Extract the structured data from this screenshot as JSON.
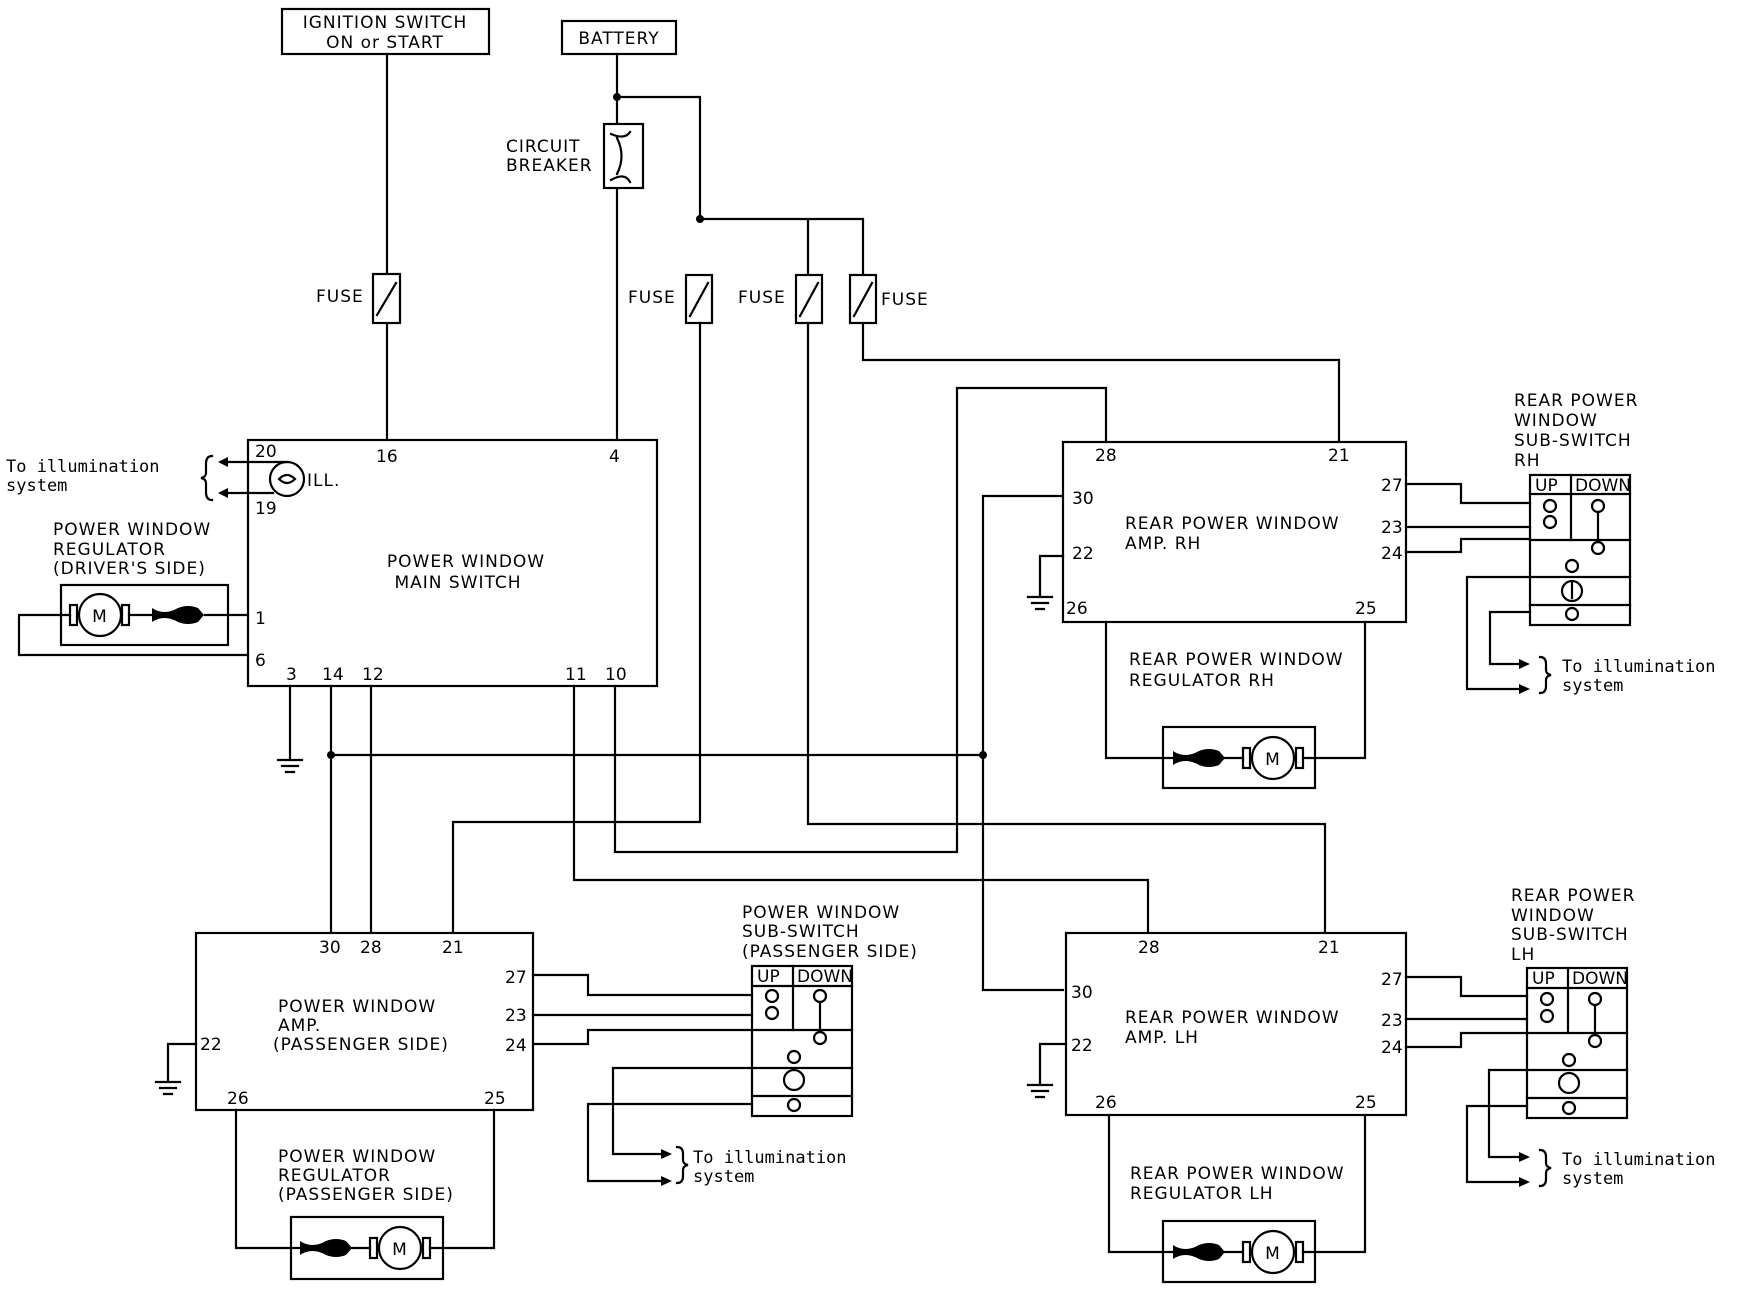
{
  "labels": {
    "ignition_1": "IGNITION SWITCH",
    "ignition_2": "ON or START",
    "battery": "BATTERY",
    "circuit_breaker_1": "CIRCUIT",
    "circuit_breaker_2": "BREAKER",
    "fuse": "FUSE",
    "illumination_1": "To illumination",
    "illumination_2": "system",
    "ill": "ILL.",
    "driver_reg_1": "POWER WINDOW",
    "driver_reg_2": "REGULATOR",
    "driver_reg_3": "(DRIVER'S SIDE)",
    "main_switch_1": "POWER WINDOW",
    "main_switch_2": "MAIN SWITCH",
    "rear_amp_rh_1": "REAR POWER WINDOW",
    "rear_amp_rh_2": "AMP. RH",
    "rear_reg_rh_1": "REAR POWER WINDOW",
    "rear_reg_rh_2": "REGULATOR RH",
    "rear_sub_rh_1": "REAR POWER",
    "rear_sub_rh_2": "WINDOW",
    "rear_sub_rh_3": "SUB-SWITCH",
    "rear_sub_rh_4": "RH",
    "pass_amp_1": "POWER WINDOW",
    "pass_amp_2": "AMP.",
    "pass_amp_3": "(PASSENGER SIDE)",
    "pass_reg_1": "POWER WINDOW",
    "pass_reg_2": "REGULATOR",
    "pass_reg_3": "(PASSENGER SIDE)",
    "pass_sub_1": "POWER WINDOW",
    "pass_sub_2": "SUB-SWITCH",
    "pass_sub_3": "(PASSENGER SIDE)",
    "rear_amp_lh_1": "REAR POWER WINDOW",
    "rear_amp_lh_2": "AMP. LH",
    "rear_reg_lh_1": "REAR POWER WINDOW",
    "rear_reg_lh_2": "REGULATOR LH",
    "rear_sub_lh_1": "REAR POWER",
    "rear_sub_lh_2": "WINDOW",
    "rear_sub_lh_3": "SUB-SWITCH",
    "rear_sub_lh_4": "LH",
    "up": "UP",
    "down": "DOWN",
    "motor": "M"
  },
  "pins": {
    "main": {
      "p20": "20",
      "p16": "16",
      "p4": "4",
      "p19": "19",
      "p1": "1",
      "p6": "6",
      "p3": "3",
      "p14": "14",
      "p12": "12",
      "p11": "11",
      "p10": "10"
    },
    "rear_rh": {
      "p28": "28",
      "p21": "21",
      "p30": "30",
      "p22": "22",
      "p27": "27",
      "p23": "23",
      "p24": "24",
      "p26": "26",
      "p25": "25"
    },
    "pass": {
      "p30": "30",
      "p28": "28",
      "p21": "21",
      "p27": "27",
      "p23": "23",
      "p24": "24",
      "p22": "22",
      "p26": "26",
      "p25": "25"
    },
    "rear_lh": {
      "p28": "28",
      "p21": "21",
      "p30": "30",
      "p22": "22",
      "p27": "27",
      "p23": "23",
      "p24": "24",
      "p26": "26",
      "p25": "25"
    }
  }
}
